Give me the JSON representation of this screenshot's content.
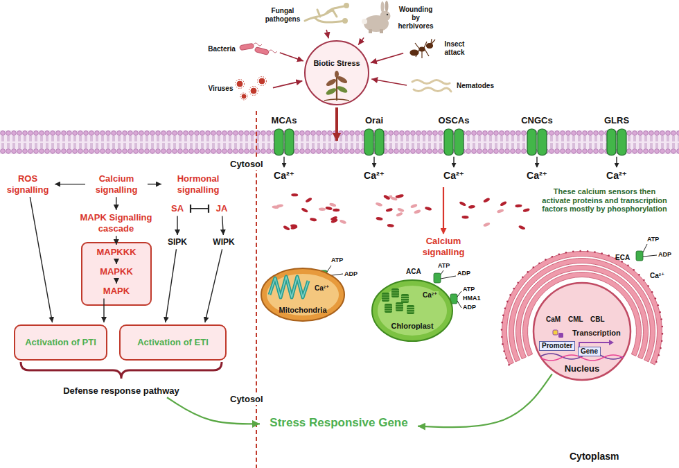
{
  "diagram": {
    "nodes": [
      {
        "text": [
          "Biotic Stress"
        ]
      },
      {
        "text": [
          "Fungal pathogens"
        ]
      },
      {
        "text": [
          "Wounding by herbivores"
        ]
      },
      {
        "text": [
          "Bacteria"
        ]
      },
      {
        "text": [
          "Insect attack"
        ]
      },
      {
        "text": [
          "Viruses"
        ]
      },
      {
        "text": [
          "Nematodes"
        ]
      },
      {
        "text": [
          "MCAs"
        ]
      },
      {
        "text": [
          "Orai"
        ]
      },
      {
        "text": [
          "OSCAs"
        ]
      },
      {
        "text": [
          "CNGCs"
        ]
      },
      {
        "text": [
          "GLRS"
        ]
      },
      {
        "text": [
          "ROS signalling"
        ]
      },
      {
        "text": [
          "Calcium signalling"
        ]
      },
      {
        "text": [
          "Hormonal signalling"
        ]
      },
      {
        "text": [
          "MAPK Signalling cascade"
        ]
      },
      {
        "text": [
          "MAPKKK"
        ]
      },
      {
        "text": [
          "MAPKK"
        ]
      },
      {
        "text": [
          "MAPK"
        ]
      },
      {
        "text": [
          "SA"
        ]
      },
      {
        "text": [
          "JA"
        ]
      },
      {
        "text": [
          "SIPK"
        ]
      },
      {
        "text": [
          "WIPK"
        ]
      },
      {
        "text": [
          "Activation of PTI"
        ]
      },
      {
        "text": [
          "Activation of ETI"
        ]
      },
      {
        "text": [
          "Defense response pathway"
        ]
      },
      {
        "text": [
          "Calcium signalling"
        ]
      },
      {
        "text": [
          "Mitochondria"
        ]
      },
      {
        "text": [
          "Chloroplast"
        ]
      },
      {
        "text": [
          "Nucleus"
        ]
      },
      {
        "text": [
          "Promoter"
        ],
        "in": 29
      },
      {
        "text": [
          "Gene"
        ],
        "in": 29
      },
      {
        "text": [
          "Stress Responsive Gene"
        ]
      }
    ],
    "edges": [
      {
        "from": 1,
        "to": 0,
        "arrow": "to"
      },
      {
        "from": 2,
        "to": 0,
        "arrow": "to"
      },
      {
        "from": 3,
        "to": 0,
        "arrow": "to"
      },
      {
        "from": 4,
        "to": 0,
        "arrow": "to"
      },
      {
        "from": 5,
        "to": 0,
        "arrow": "to"
      },
      {
        "from": 6,
        "to": 0,
        "arrow": "to"
      },
      {
        "from": 13,
        "to": 12,
        "arrow": "to"
      },
      {
        "from": 13,
        "to": 14,
        "arrow": "to"
      },
      {
        "from": 13,
        "to": 15,
        "arrow": "to"
      },
      {
        "from": 15,
        "to": 16,
        "arrow": "to"
      },
      {
        "from": 16,
        "to": 17,
        "arrow": "to"
      },
      {
        "from": 17,
        "to": 18,
        "arrow": "to"
      },
      {
        "from": 18,
        "to": 23,
        "arrow": "to"
      },
      {
        "from": 12,
        "to": 23,
        "arrow": "to"
      },
      {
        "from": 19,
        "to": 20,
        "arrow": "both"
      },
      {
        "from": 19,
        "to": 21,
        "arrow": "to"
      },
      {
        "from": 20,
        "to": 22,
        "arrow": "to"
      },
      {
        "from": 21,
        "to": 24,
        "arrow": "to"
      },
      {
        "from": 22,
        "to": 24,
        "arrow": "to"
      },
      {
        "from": 25,
        "to": 32,
        "arrow": "to"
      },
      {
        "from": 29,
        "to": 32,
        "arrow": "to"
      }
    ],
    "labels": [
      "Cytosol",
      "Ca²⁺",
      "Ca²⁺",
      "Ca²⁺",
      "Ca²⁺",
      "Ca²⁺",
      "These calcium sensors then activate proteins and transcription factors mostly by phosphorylation",
      "ECA",
      "ATP",
      "ADP",
      "Ca²⁺",
      "ATP",
      "ADP",
      "Ca²⁺",
      "ACA",
      "ATP",
      "ADP",
      "Ca²⁺",
      "ATP",
      "HMA1",
      "ADP",
      "CaM",
      "CML",
      "CBL",
      "Transcription",
      "Cytosol",
      "Cytoplasm"
    ]
  }
}
